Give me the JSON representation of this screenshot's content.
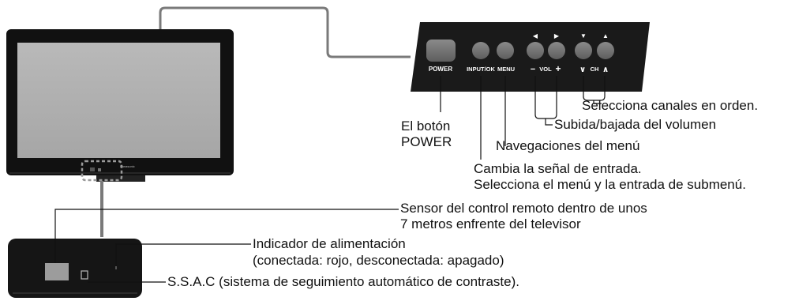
{
  "tv": {
    "brand": "Panasonic"
  },
  "panel": {
    "power": "POWER",
    "input_ok": "INPUT/OK",
    "menu": "MENU",
    "vol": "VOL",
    "vol_minus": "−",
    "vol_plus": "+",
    "ch": "CH",
    "vol_left_arrow": "◀",
    "vol_right_arrow": "▶",
    "ch_down_arrow": "▼",
    "ch_up_arrow": "▲",
    "ch_down_chevron": "∨",
    "ch_up_chevron": "∧"
  },
  "callouts": {
    "channels": "Selecciona canales en orden.",
    "volume": "Subida/bajada del volumen",
    "power_line1": "El botón",
    "power_line2": "POWER",
    "menu_nav": "Navegaciones del menú",
    "input_line1": "Cambia la señal de entrada.",
    "input_line2": "Selecciona el menú y la entrada de submenú.",
    "remote_line1": "Sensor del control remoto dentro de unos",
    "remote_line2": "7 metros enfrente del televisor",
    "power_ind_line1": "Indicador de alimentación",
    "power_ind_line2": "(conectada: rojo, desconectada: apagado)",
    "ssac": "S.S.A.C (sistema de seguimiento automático de contraste)."
  }
}
